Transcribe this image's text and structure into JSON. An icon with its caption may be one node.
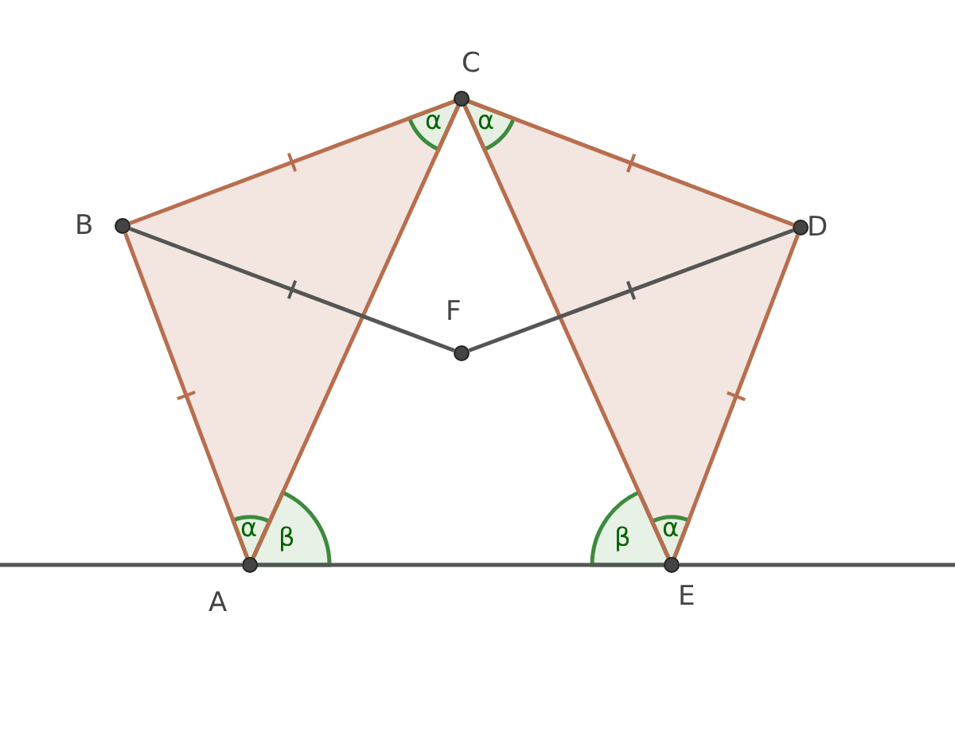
{
  "diagram": {
    "nodes": [
      {
        "text": [
          "A"
        ]
      },
      {
        "text": [
          "B"
        ]
      },
      {
        "text": [
          "C"
        ]
      },
      {
        "text": [
          "D"
        ]
      },
      {
        "text": [
          "E"
        ]
      },
      {
        "text": [
          "F"
        ]
      }
    ],
    "edges": [
      {
        "from": 0,
        "to": 1,
        "arrow": "none"
      },
      {
        "from": 1,
        "to": 2,
        "arrow": "none"
      },
      {
        "from": 2,
        "to": 0,
        "arrow": "none"
      },
      {
        "from": 2,
        "to": 3,
        "arrow": "none"
      },
      {
        "from": 3,
        "to": 4,
        "arrow": "none"
      },
      {
        "from": 4,
        "to": 2,
        "arrow": "none"
      },
      {
        "from": 1,
        "to": 5,
        "arrow": "none",
        "color": "#555555"
      },
      {
        "from": 5,
        "to": 3,
        "arrow": "none",
        "color": "#555555"
      },
      {
        "from": null,
        "to": 0,
        "arrow": "none",
        "color": "#555555"
      },
      {
        "from": 0,
        "to": 4,
        "arrow": "none",
        "color": "#555555"
      },
      {
        "from": 4,
        "to": null,
        "arrow": "none",
        "color": "#555555"
      }
    ],
    "labels": [
      "α",
      "α",
      "α",
      "β",
      "β",
      "α"
    ]
  }
}
